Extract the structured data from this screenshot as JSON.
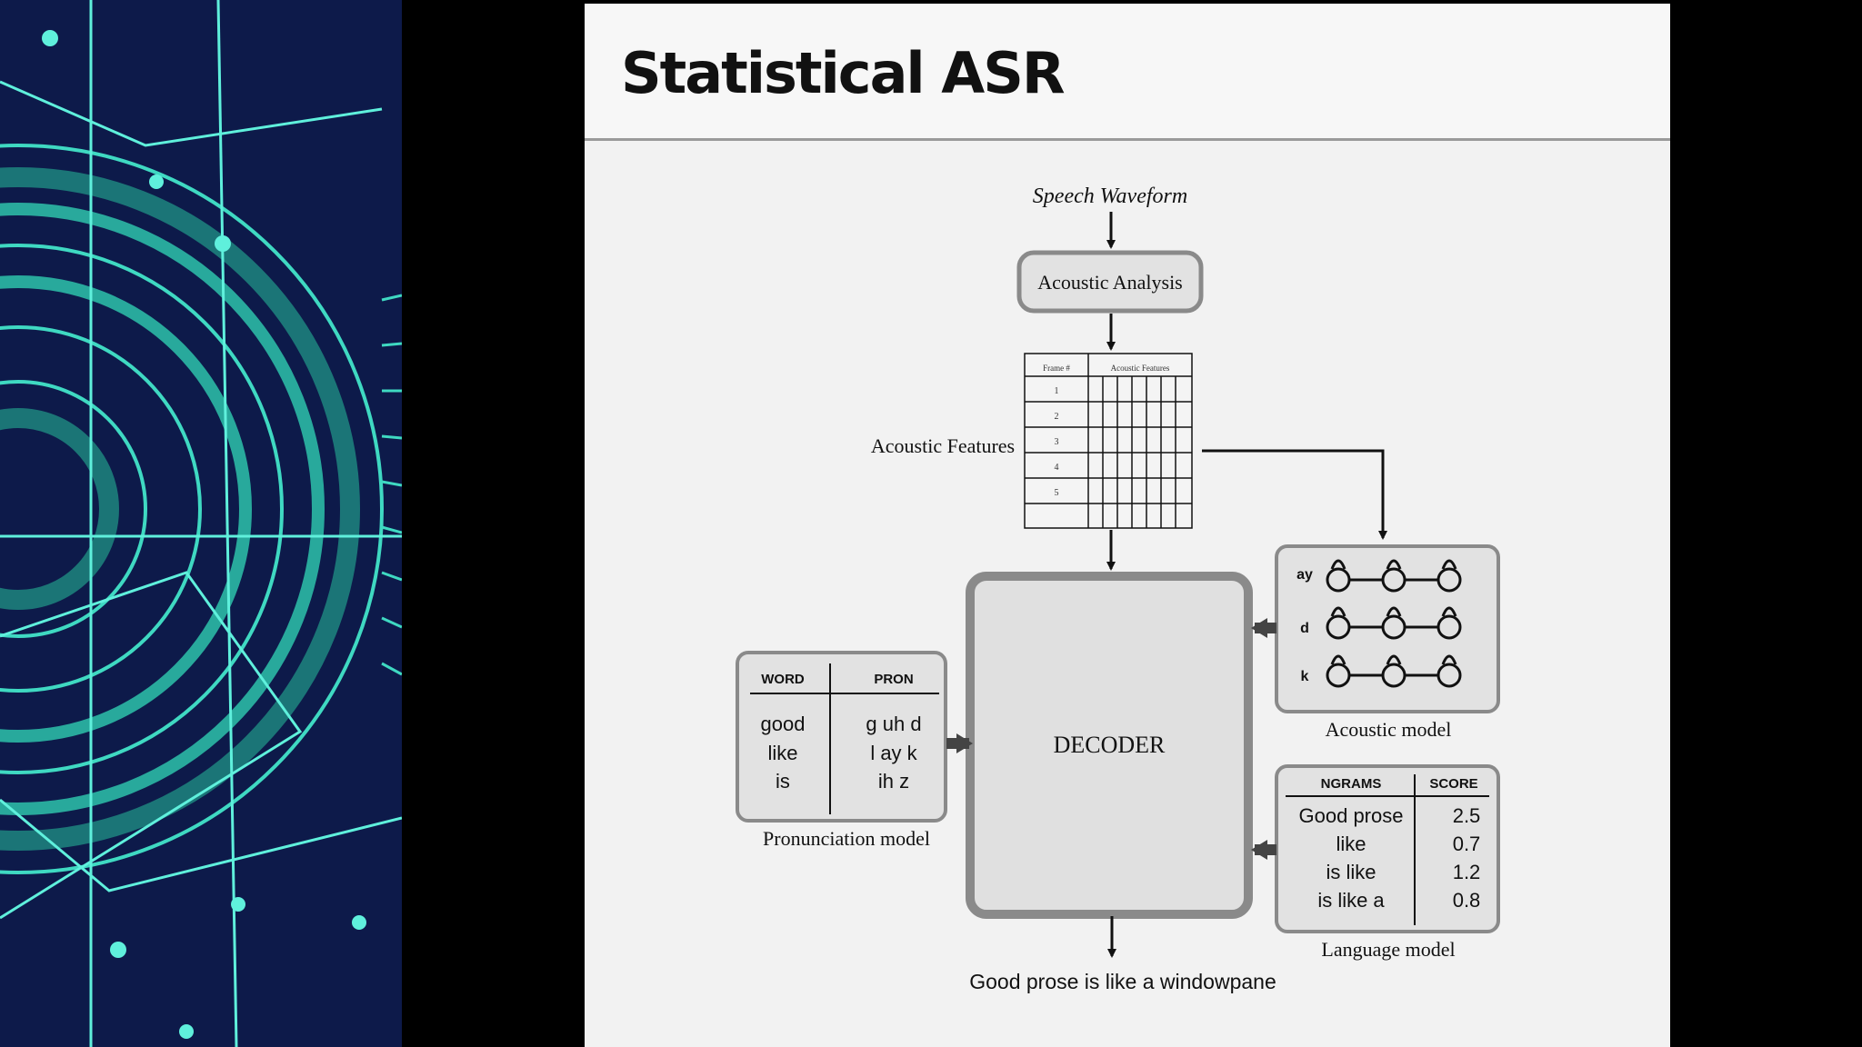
{
  "slide": {
    "title": "Statistical ASR"
  },
  "diagram": {
    "input_label": "Speech Waveform",
    "acoustic_analysis_label": "Acoustic Analysis",
    "acoustic_features_label": "Acoustic Features",
    "feature_table": {
      "headers": [
        "Frame #",
        "Acoustic Features"
      ],
      "frame_numbers": [
        "1",
        "2",
        "3",
        "4",
        "5"
      ]
    },
    "decoder_label": "DECODER",
    "output_label": "Good prose is like a windowpane",
    "acoustic_model": {
      "caption": "Acoustic model",
      "phones": [
        "ay",
        "d",
        "k"
      ]
    },
    "pronunciation_model": {
      "caption": "Pronunciation model",
      "headers": [
        "WORD",
        "PRON"
      ],
      "rows": [
        {
          "word": "good",
          "pron": "g uh d"
        },
        {
          "word": "like",
          "pron": "l ay k"
        },
        {
          "word": "is",
          "pron": "ih z"
        }
      ]
    },
    "language_model": {
      "caption": "Language model",
      "headers": [
        "NGRAMS",
        "SCORE"
      ],
      "rows": [
        {
          "ngram": "Good prose",
          "score": "2.5"
        },
        {
          "ngram": "like",
          "score": "0.7"
        },
        {
          "ngram": "is like",
          "score": "1.2"
        },
        {
          "ngram": "is like a",
          "score": "0.8"
        }
      ]
    }
  },
  "colors": {
    "slide_bg": "#f2f2f2",
    "box_fill": "#e2e2e2",
    "box_border": "#8a8a8a",
    "arrow": "#111111",
    "art_bg": "#0d1a4a",
    "art_accent": "#3fd9c2"
  }
}
